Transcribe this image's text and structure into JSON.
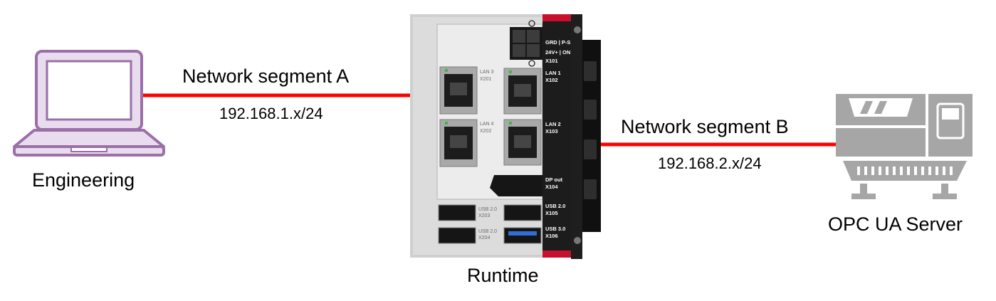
{
  "engineering": {
    "label": "Engineering"
  },
  "runtime": {
    "label": "Runtime",
    "ports": {
      "terminal_top": "GRD | P-S",
      "terminal_bottom": "24V+ | ON",
      "terminal_id": "X101",
      "lan1": "LAN 1",
      "lan1_id": "X102",
      "lan2": "LAN 2",
      "lan2_id": "X103",
      "lan3": "LAN 3",
      "lan3_id": "X201",
      "lan4": "LAN 4",
      "lan4_id": "X202",
      "dp": "DP out",
      "dp_id": "X104",
      "usb_x203": "USB 2.0",
      "usb_x203_id": "X203",
      "usb_x204": "USB 2.0",
      "usb_x204_id": "X204",
      "usb_x105": "USB 2.0",
      "usb_x105_id": "X105",
      "usb_x106": "USB 3.0",
      "usb_x106_id": "X106"
    }
  },
  "opc": {
    "label": "OPC UA Server"
  },
  "segment_a": {
    "label": "Network segment A",
    "subnet": "192.168.1.x/24"
  },
  "segment_b": {
    "label": "Network segment B",
    "subnet": "192.168.2.x/24"
  },
  "colors": {
    "link": "#ff0000",
    "laptop": "#9b6fa8",
    "device_accent": "#c8102e",
    "server": "#a6a6a6"
  }
}
